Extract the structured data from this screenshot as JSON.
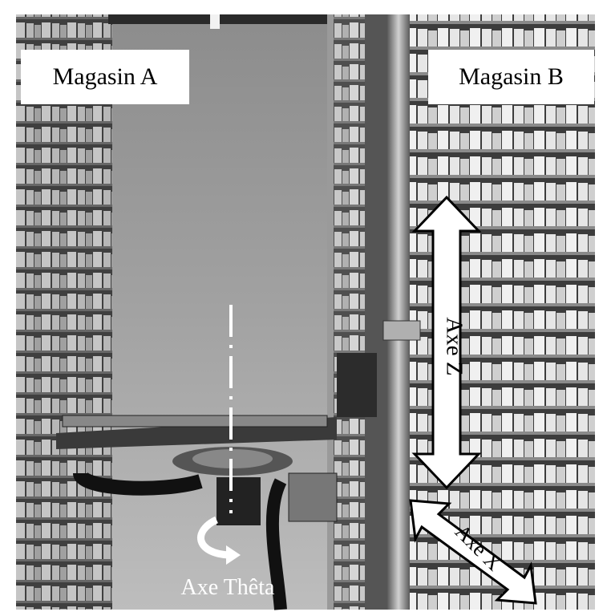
{
  "labels": {
    "magasin_a": "Magasin A",
    "magasin_b": "Magasin B",
    "axe_z": "Axe Z",
    "axe_x": "Axe X",
    "axe_theta": "Axe Thêta"
  },
  "colors": {
    "arrow_fill": "#ffffff",
    "arrow_stroke": "#000000",
    "label_background": "#ffffff"
  }
}
